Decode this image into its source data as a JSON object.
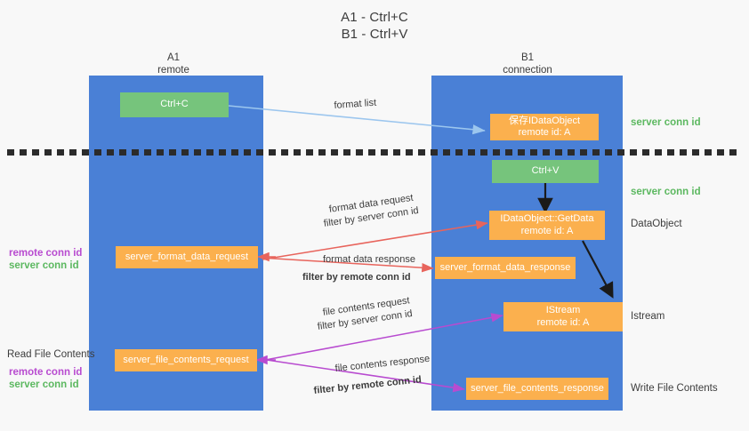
{
  "title": {
    "line1": "A1 - Ctrl+C",
    "line2": "B1 - Ctrl+V"
  },
  "columns": [
    {
      "name": "A1",
      "sub": "remote"
    },
    {
      "name": "B1",
      "sub": "connection"
    }
  ],
  "boxes": {
    "ctrl_c": {
      "line1": "Ctrl+C"
    },
    "ctrl_v": {
      "line1": "Ctrl+V"
    },
    "save_idataobject": {
      "line1": "保存IDataObject",
      "line2": "remote id: A"
    },
    "getdata": {
      "line1": "IDataObject::GetData",
      "line2": "remote id: A"
    },
    "istream": {
      "line1": "IStream",
      "line2": "remote id: A"
    },
    "format_data_request": {
      "line1": "server_format_data_request"
    },
    "format_data_response": {
      "line1": "server_format_data_response"
    },
    "file_contents_request": {
      "line1": "server_file_contents_request"
    },
    "file_contents_response": {
      "line1": "server_file_contents_response"
    }
  },
  "edge_labels": {
    "format_list": "format list",
    "format_data_request": "format data request",
    "format_data_request_filter_prefix": "filter by ",
    "format_data_request_filter_value": "server conn id",
    "format_data_response": "format data response",
    "format_data_response_filter_prefix": "filter by ",
    "format_data_response_filter_value": "remote conn id",
    "file_contents_request": "file contents request",
    "file_contents_request_filter_prefix": "filter by ",
    "file_contents_request_filter_value": "server conn id",
    "file_contents_response": "file contents response",
    "file_contents_response_filter_prefix": "filter by ",
    "file_contents_response_filter_value": "remote conn id"
  },
  "right_labels": {
    "server_conn_id_top": "server conn id",
    "server_conn_id_mid": "server conn id",
    "dataobject": "DataObject",
    "istream": "Istream",
    "write_file_contents": "Write File Contents"
  },
  "left_labels": {
    "conn_ids_mid": {
      "remote": "remote conn id",
      "server": "server conn id"
    },
    "read_file_contents": "Read File Contents",
    "conn_ids_bottom": {
      "remote": "remote conn id",
      "server": "server conn id"
    }
  },
  "colors": {
    "lane_blue": "#4a80d6",
    "box_green": "#76c47c",
    "box_orange": "#fbb04e",
    "accent_green_text": "#5cb860",
    "accent_purple_text": "#b84bd0",
    "arrow_lightblue": "#9cc6ee",
    "arrow_red": "#e8645c",
    "arrow_purple": "#b84bd0",
    "arrow_black": "#1a1a1a",
    "background": "#f8f8f8"
  }
}
